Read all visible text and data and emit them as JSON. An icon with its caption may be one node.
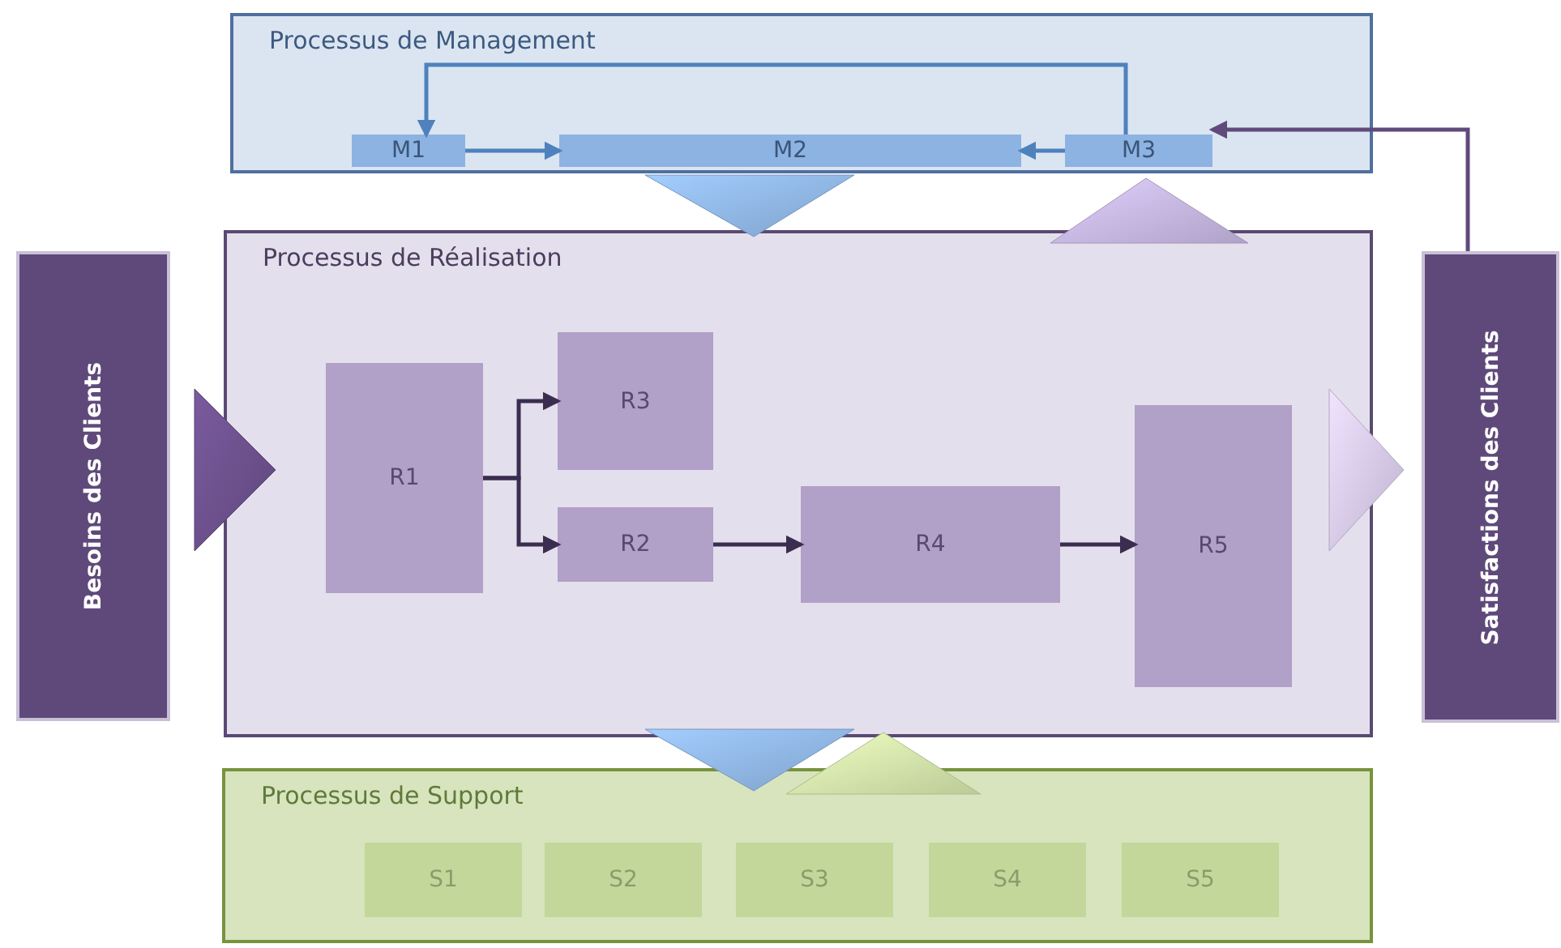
{
  "diagram": {
    "nodes": [
      {
        "text": [
          "Processus de Management"
        ]
      },
      {
        "text": [
          "M1"
        ],
        "in": 0
      },
      {
        "text": [
          "M2"
        ],
        "in": 0
      },
      {
        "text": [
          "M3"
        ],
        "in": 0
      },
      {
        "text": [
          "Processus de Réalisation"
        ]
      },
      {
        "text": [
          "R1"
        ],
        "in": 4
      },
      {
        "text": [
          "R3"
        ],
        "in": 4
      },
      {
        "text": [
          "R2"
        ],
        "in": 4
      },
      {
        "text": [
          "R4"
        ],
        "in": 4
      },
      {
        "text": [
          "R5"
        ],
        "in": 4
      },
      {
        "text": [
          "Processus de Support"
        ]
      },
      {
        "text": [
          "S1"
        ],
        "in": 10
      },
      {
        "text": [
          "S2"
        ],
        "in": 10
      },
      {
        "text": [
          "S3"
        ],
        "in": 10
      },
      {
        "text": [
          "S4"
        ],
        "in": 10
      },
      {
        "text": [
          "S5"
        ],
        "in": 10
      },
      {
        "text": [
          "Besoins des Clients"
        ]
      },
      {
        "text": [
          "Satisfactions des Clients"
        ]
      }
    ],
    "edges": [
      {
        "from": 1,
        "to": 2,
        "arrow": "to",
        "color": "#4f81bd"
      },
      {
        "from": 3,
        "to": 2,
        "arrow": "to",
        "color": "#4f81bd"
      },
      {
        "from": 3,
        "to": 1,
        "arrow": "to",
        "color": "#4f81bd"
      },
      {
        "from": 17,
        "to": 3,
        "arrow": "to",
        "color": "#604a7b"
      },
      {
        "from": 5,
        "to": 6,
        "arrow": "to"
      },
      {
        "from": 5,
        "to": 7,
        "arrow": "to"
      },
      {
        "from": 7,
        "to": 8,
        "arrow": "to"
      },
      {
        "from": 8,
        "to": 9,
        "arrow": "to"
      },
      {
        "from": 0,
        "to": 4,
        "arrow": "to",
        "color": "#8db3e2"
      },
      {
        "from": 4,
        "to": 0,
        "arrow": "to",
        "color": "#c3b4dd"
      },
      {
        "from": 4,
        "to": 10,
        "arrow": "to",
        "color": "#8db3e2"
      },
      {
        "from": 10,
        "to": 4,
        "arrow": "to",
        "color": "#d0e2a8"
      },
      {
        "from": 16,
        "to": 4,
        "arrow": "to",
        "color": "#6a4f8a"
      },
      {
        "from": 4,
        "to": 17,
        "arrow": "to",
        "color": "#d2c6e6"
      }
    ]
  }
}
